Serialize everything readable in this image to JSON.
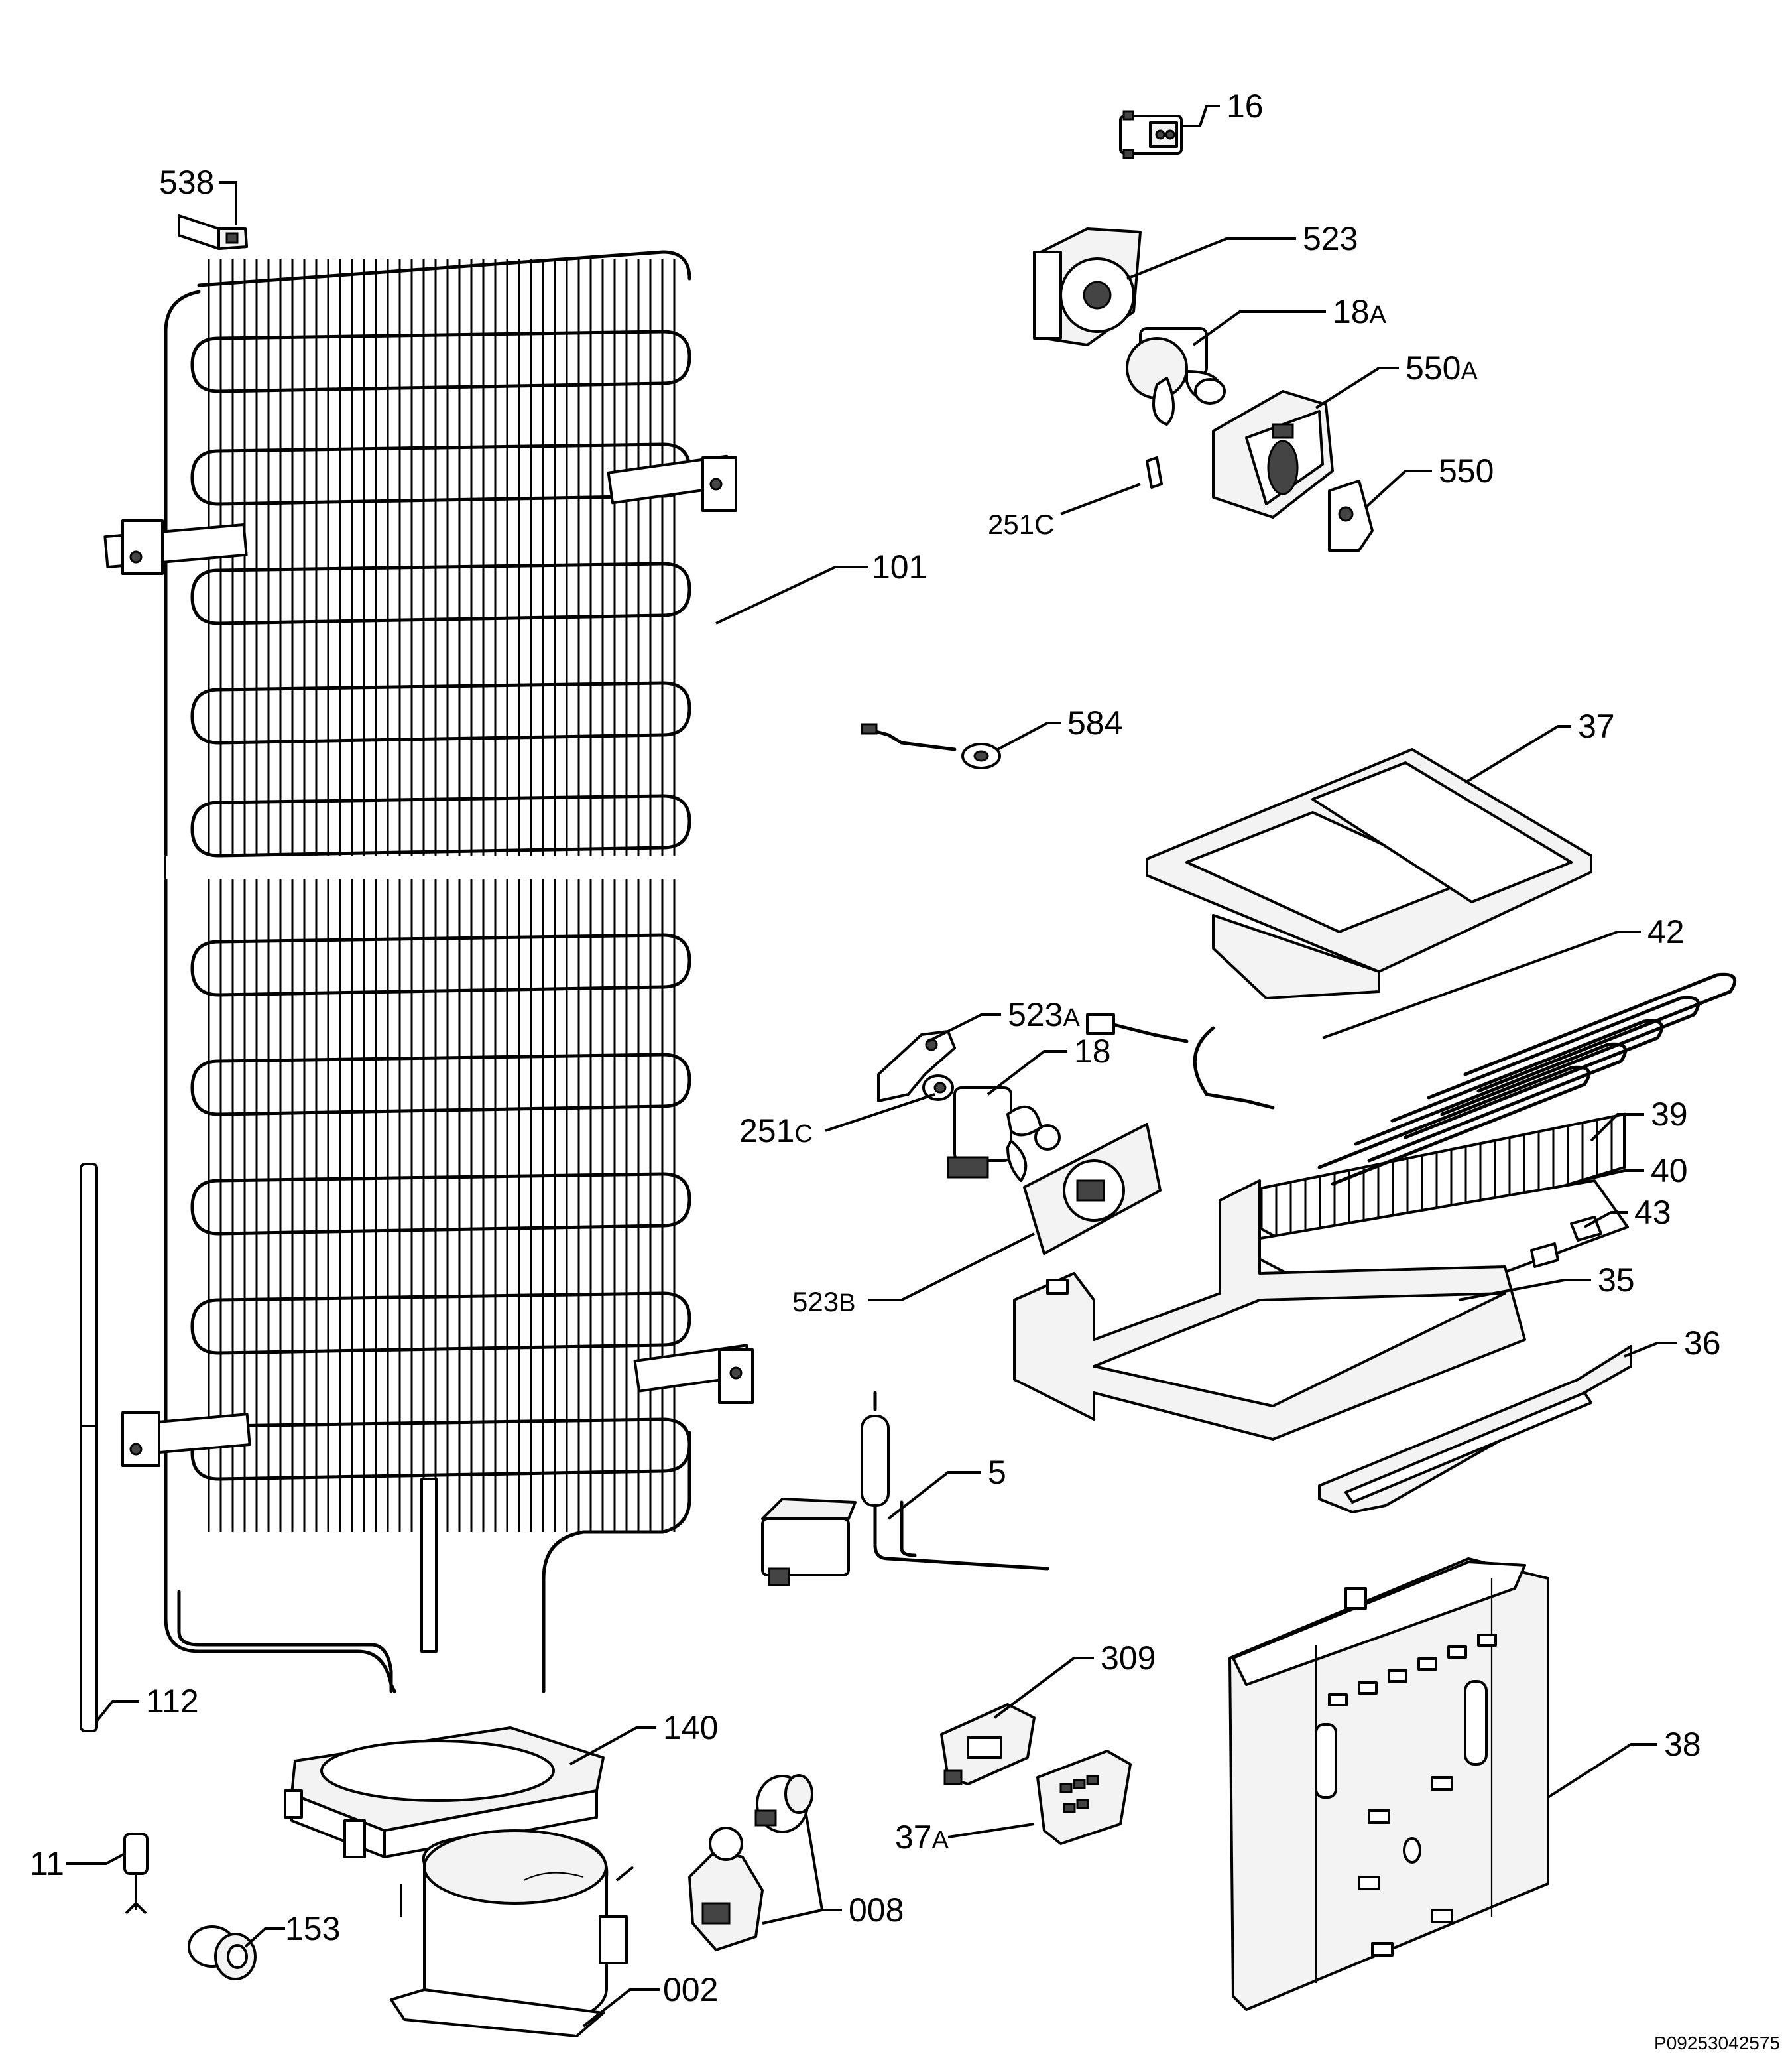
{
  "document_id": "P09253042575",
  "parts": [
    {
      "id": "16",
      "num": "16",
      "suffix": ""
    },
    {
      "id": "538",
      "num": "538",
      "suffix": ""
    },
    {
      "id": "523",
      "num": "523",
      "suffix": ""
    },
    {
      "id": "18A",
      "num": "18",
      "suffix": "A"
    },
    {
      "id": "550A",
      "num": "550",
      "suffix": "A"
    },
    {
      "id": "550",
      "num": "550",
      "suffix": ""
    },
    {
      "id": "251C-top",
      "num": "251C",
      "suffix": ""
    },
    {
      "id": "101",
      "num": "101",
      "suffix": ""
    },
    {
      "id": "584",
      "num": "584",
      "suffix": ""
    },
    {
      "id": "37",
      "num": "37",
      "suffix": ""
    },
    {
      "id": "42",
      "num": "42",
      "suffix": ""
    },
    {
      "id": "523A",
      "num": "523",
      "suffix": "A"
    },
    {
      "id": "18",
      "num": "18",
      "suffix": ""
    },
    {
      "id": "251C-mid",
      "num": "251",
      "suffix": "C"
    },
    {
      "id": "39",
      "num": "39",
      "suffix": ""
    },
    {
      "id": "40",
      "num": "40",
      "suffix": ""
    },
    {
      "id": "43",
      "num": "43",
      "suffix": ""
    },
    {
      "id": "523B",
      "num": "523",
      "suffix": "B"
    },
    {
      "id": "35",
      "num": "35",
      "suffix": ""
    },
    {
      "id": "36",
      "num": "36",
      "suffix": ""
    },
    {
      "id": "5",
      "num": "5",
      "suffix": ""
    },
    {
      "id": "112",
      "num": "112",
      "suffix": ""
    },
    {
      "id": "309",
      "num": "309",
      "suffix": ""
    },
    {
      "id": "140",
      "num": "140",
      "suffix": ""
    },
    {
      "id": "38",
      "num": "38",
      "suffix": ""
    },
    {
      "id": "37A",
      "num": "37",
      "suffix": "A"
    },
    {
      "id": "11",
      "num": "11",
      "suffix": ""
    },
    {
      "id": "008",
      "num": "008",
      "suffix": ""
    },
    {
      "id": "153",
      "num": "153",
      "suffix": ""
    },
    {
      "id": "002",
      "num": "002",
      "suffix": ""
    }
  ]
}
